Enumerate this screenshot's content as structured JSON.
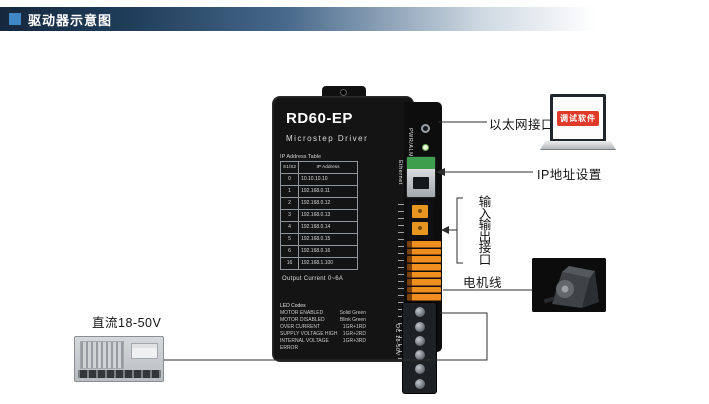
{
  "header": {
    "title": "驱动器示意图",
    "accent_color": "#3e87c4"
  },
  "device": {
    "model": "RD60-EP",
    "subtitle": "Microstep  Driver",
    "ip_table": {
      "caption": "IP Address Table",
      "headers": [
        "S1/S2",
        "IP Address"
      ],
      "rows": [
        [
          "0",
          "10.10.10.10"
        ],
        [
          "1",
          "192.168.0.11"
        ],
        [
          "2",
          "192.168.0.12"
        ],
        [
          "3",
          "192.168.0.13"
        ],
        [
          "4",
          "192.168.0.14"
        ],
        [
          "5",
          "192.168.0.15"
        ],
        [
          "6",
          "192.168.0.16"
        ],
        [
          "16",
          "192.168.1.100"
        ]
      ]
    },
    "output_current": "Output Current 0~6A",
    "led_codes": {
      "caption": "LED Codes",
      "rows": [
        {
          "name": "MOTOR ENABLED",
          "code": "Solid Green"
        },
        {
          "name": "MOTOR DISABLED",
          "code": "Blink Green"
        },
        {
          "name": "OVER CURRENT",
          "code": "1GR+1RD"
        },
        {
          "name": "SUPPLY VOLTAGE HIGH",
          "code": "1GR+2RD"
        },
        {
          "name": "INTERNAL VOLTAGE ERROR",
          "code": "1GR+3RD"
        }
      ]
    },
    "labels": {
      "pwr_led": "PWR/ALM",
      "ethernet": "Ethernet",
      "dc_input": "DC 18-50V"
    },
    "colors": {
      "io_connector": "#ef8d1e",
      "ethernet_port": "#3d9e4e",
      "body": "#141414"
    }
  },
  "annotations": {
    "ethernet_port": "以太网接口",
    "ip_setting": "IP地址设置",
    "io_interface_chars": [
      "输",
      "入",
      "输",
      "出",
      "接",
      "口"
    ],
    "motor_cable": "电机线",
    "dc_supply": "直流18-50V",
    "debug_software": "调试软件"
  }
}
